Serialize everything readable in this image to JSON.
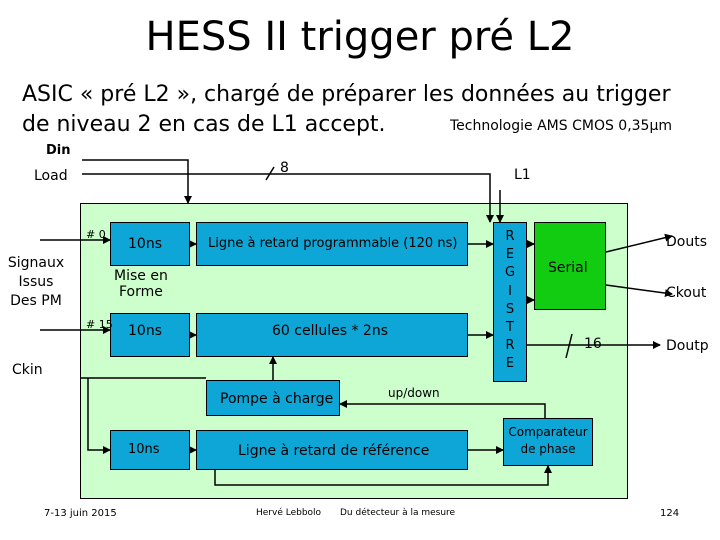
{
  "title": "HESS II  trigger pré L2",
  "subtitle": {
    "line1": "ASIC « pré L2 », chargé de préparer les données au trigger",
    "line2": "de niveau 2 en cas de L1 accept.",
    "tech": "Technologie  AMS  CMOS  0,35μm"
  },
  "signals": {
    "din": "Din",
    "load": "Load",
    "eight": "8",
    "l1": "L1",
    "inputs": "Signaux\nIssus\nDes PM",
    "ch0": "# 0",
    "ch15": "# 15",
    "ckin": "Ckin",
    "updown": "up/down",
    "sixteen": "16"
  },
  "blocks": {
    "delay1": "10ns",
    "delay2": "10ns",
    "delay3": "10ns",
    "shaper": "Mise en\nForme",
    "prog_delay": "Ligne à retard programmable (120 ns)",
    "cells": "60 cellules  *  2ns",
    "charge_pump": "Pompe à charge",
    "ref_delay": "Ligne à retard de référence",
    "register": "R\nE\nG\nI\nS\nT\nR\nE",
    "serial": "Serial",
    "comparator": "Comparateur\nde phase"
  },
  "outputs": {
    "douts": "Douts",
    "ckout": "Ckout",
    "doutp": "Doutp"
  },
  "footer": {
    "date": "7-13 juin 2015",
    "author": "Hervé Lebbolo",
    "event": "Du détecteur à la mesure",
    "page": "124"
  },
  "colors": {
    "chip_bg": "#ccffcc",
    "block_blue": "#0da6d6",
    "block_green": "#11cc11",
    "arrow": "#000000"
  }
}
